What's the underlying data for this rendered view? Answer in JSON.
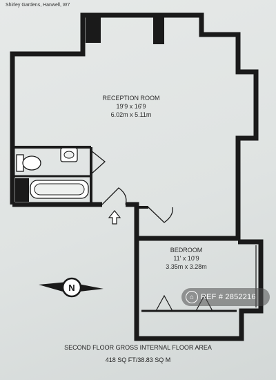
{
  "header": {
    "address": "Shirley Gardens, Hanwell, W7"
  },
  "rooms": {
    "reception": {
      "name": "RECEPTION ROOM",
      "imperial": "19'9 x 16'9",
      "metric": "6.02m x 5.11m"
    },
    "bedroom": {
      "name": "BEDROOM",
      "imperial": "11' x 10'9",
      "metric": "3.35m x 3.28m"
    }
  },
  "compass": {
    "letter": "N",
    "icon": "compass-icon"
  },
  "footer": {
    "line1": "SECOND FLOOR GROSS INTERNAL FLOOR AREA",
    "line2": "418 SQ FT/38.83 SQ M"
  },
  "badge": {
    "icon": "home-icon",
    "text": "REF # 2852216"
  },
  "colors": {
    "wall": "#1a1a1a",
    "paper": "#e3e6e5"
  }
}
